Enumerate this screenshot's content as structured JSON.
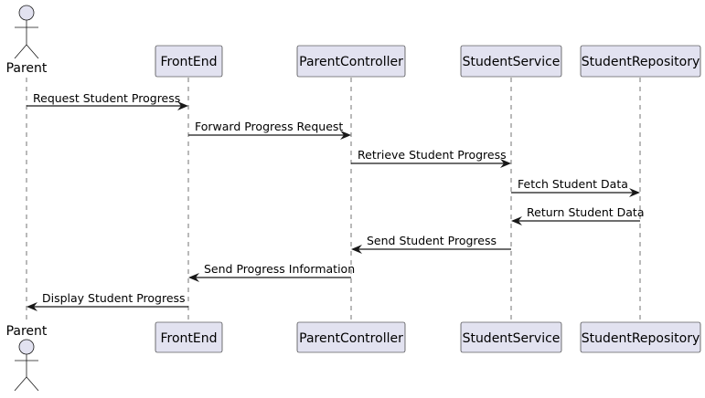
{
  "colors": {
    "participant_fill": "#E2E2F0",
    "outline": "#181818",
    "text": "#000000",
    "background": "#FFFFFF"
  },
  "participants": [
    {
      "id": "parent",
      "kind": "actor",
      "label": "Parent",
      "icon": "stick-figure-icon"
    },
    {
      "id": "frontend",
      "kind": "participant",
      "label": "FrontEnd"
    },
    {
      "id": "parentcontroller",
      "kind": "participant",
      "label": "ParentController"
    },
    {
      "id": "studentservice",
      "kind": "participant",
      "label": "StudentService"
    },
    {
      "id": "studentrepository",
      "kind": "participant",
      "label": "StudentRepository"
    }
  ],
  "messages": [
    {
      "from": "parent",
      "to": "frontend",
      "label": "Request Student Progress"
    },
    {
      "from": "frontend",
      "to": "parentcontroller",
      "label": "Forward Progress Request"
    },
    {
      "from": "parentcontroller",
      "to": "studentservice",
      "label": "Retrieve Student Progress"
    },
    {
      "from": "studentservice",
      "to": "studentrepository",
      "label": "Fetch Student Data"
    },
    {
      "from": "studentrepository",
      "to": "studentservice",
      "label": "Return Student Data"
    },
    {
      "from": "studentservice",
      "to": "parentcontroller",
      "label": "Send Student Progress"
    },
    {
      "from": "parentcontroller",
      "to": "frontend",
      "label": "Send Progress Information"
    },
    {
      "from": "frontend",
      "to": "parent",
      "label": "Display Student Progress"
    }
  ]
}
